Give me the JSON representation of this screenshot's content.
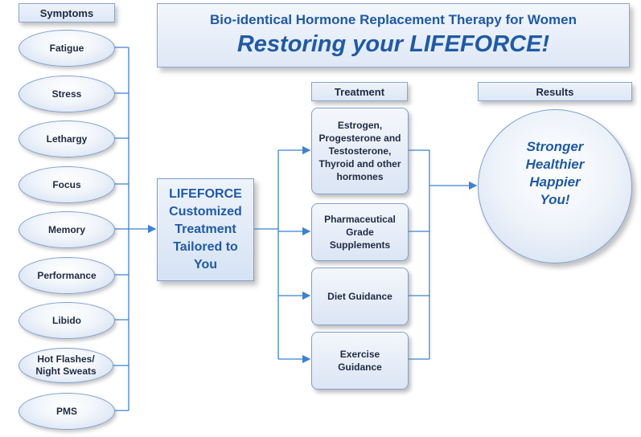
{
  "title": {
    "subtitle": "Bio-identical Hormone Replacement Therapy for Women",
    "main": "Restoring your LIFEFORCE!"
  },
  "headers": {
    "symptoms": "Symptoms",
    "treatment": "Treatment",
    "results": "Results"
  },
  "symptoms": [
    "Fatigue",
    "Stress",
    "Lethargy",
    "Focus",
    "Memory",
    "Performance",
    "Libido",
    "Hot Flashes/ Night Sweats",
    "PMS"
  ],
  "center": "LIFEFORCE Customized Treatment Tailored to You",
  "treatments": [
    "Estrogen, Progesterone and Testosterone, Thyroid and other hormones",
    "Pharmaceutical Grade Supplements",
    "Diet Guidance",
    "Exercise Guidance"
  ],
  "results": {
    "line1": "Stronger",
    "line2": "Healthier",
    "line3": "Happier",
    "line4": "You!"
  },
  "colors": {
    "accent": "#1e5aa8",
    "border": "#7f9fcf",
    "connector": "#3b82d6"
  }
}
